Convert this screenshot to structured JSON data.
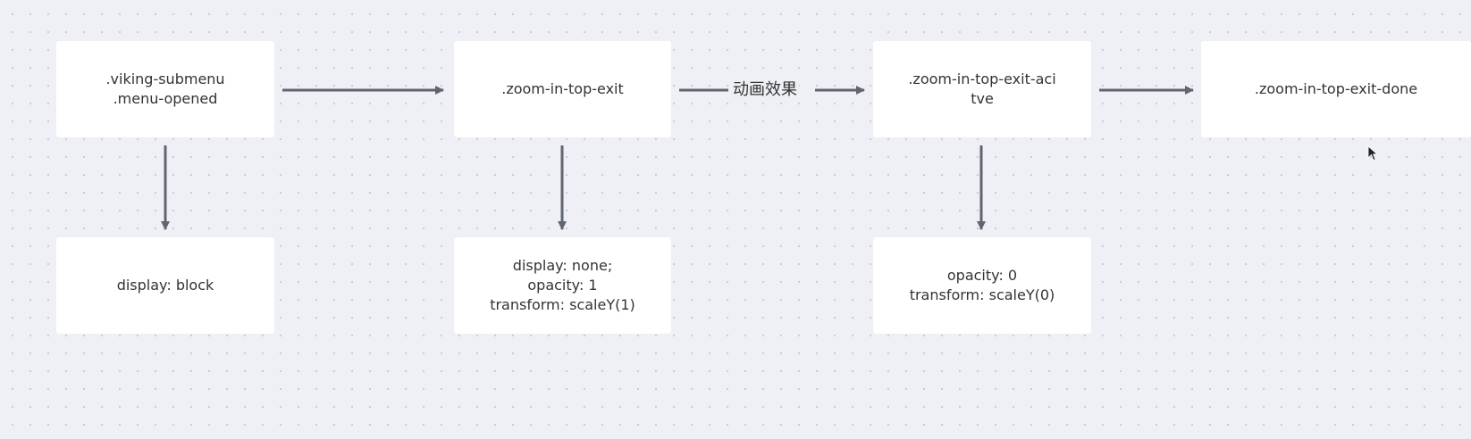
{
  "nodes": {
    "submenu_opened": {
      "lines": [
        ".viking-submenu",
        ".menu-opened"
      ]
    },
    "display_block": {
      "lines": [
        "display: block"
      ]
    },
    "zoom_exit": {
      "lines": [
        ".zoom-in-top-exit"
      ]
    },
    "zoom_exit_styles": {
      "lines": [
        "display: none;",
        "opacity: 1",
        "transform: scaleY(1)"
      ]
    },
    "zoom_exit_active": {
      "lines": [
        ".zoom-in-top-exit-aci",
        "tve"
      ]
    },
    "zoom_exit_active_styles": {
      "lines": [
        "opacity: 0",
        "transform: scaleY(0)"
      ]
    },
    "zoom_exit_done": {
      "lines": [
        ".zoom-in-top-exit-done"
      ]
    }
  },
  "edges": {
    "animation_label": "动画效果"
  },
  "colors": {
    "background": "#eef0f5",
    "node_fill": "#ffffff",
    "arrow": "#5f6670",
    "text": "#333333"
  }
}
